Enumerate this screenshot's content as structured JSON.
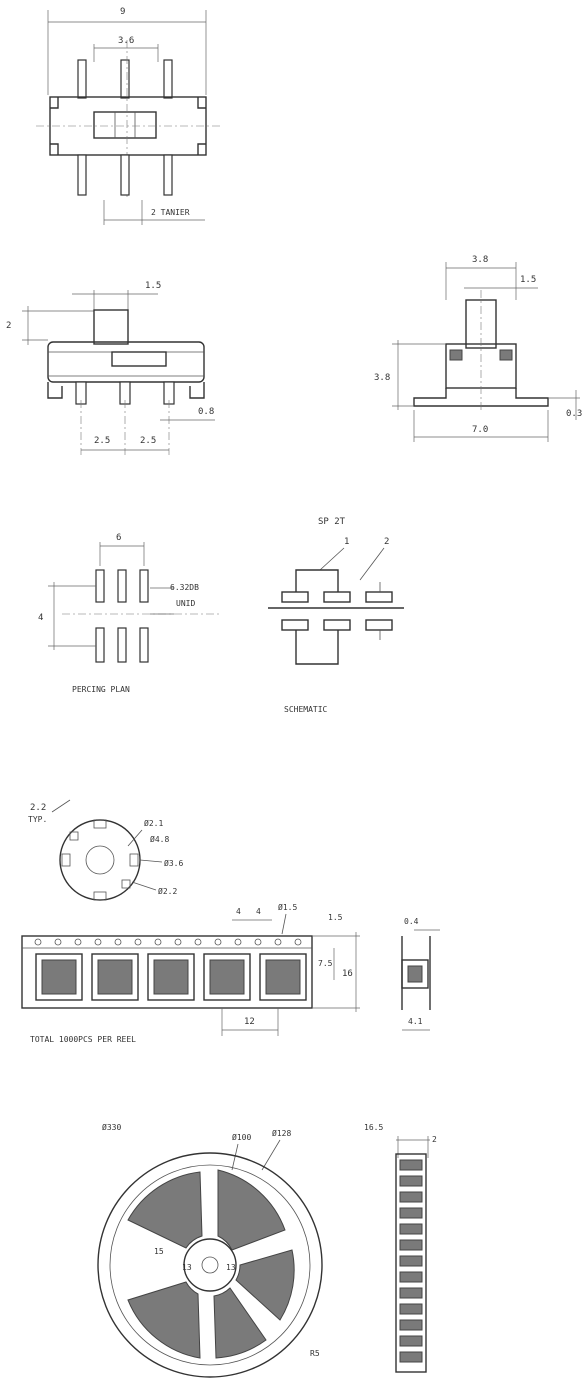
{
  "top_view": {
    "width": "9",
    "center": "3.6",
    "terminal": "2 TANIER"
  },
  "front_view": {
    "actuator": "1.5",
    "height": "2",
    "pitch_a": "2.5",
    "pitch_b": "2.5",
    "offset": "0.8"
  },
  "side_view": {
    "top": "3.8",
    "actuator": "1.5",
    "height": "3.8",
    "width": "7.0",
    "lead": "0.3"
  },
  "pcb_layout": {
    "pitch": "6",
    "grid": "6.32DB",
    "unit": "UNID",
    "height": "4",
    "caption": "PERCING PLAN"
  },
  "schematic": {
    "title": "SP 2T",
    "label1": "1",
    "label2": "2",
    "caption": "SCHEMATIC"
  },
  "tape": {
    "angle": "2.2",
    "typ": "TYP.",
    "d1": "Ø2.1",
    "d2": "Ø4.8",
    "d3": "Ø3.6",
    "d4": "Ø2.2",
    "p1": "4",
    "p2": "4",
    "hole": "Ø1.5",
    "dim_a": "1.5",
    "dim_b": "7.5",
    "width": "16",
    "pitch": "12",
    "t1": "0.4",
    "t2": "4.1",
    "caption": "TOTAL 1000PCS PER REEL"
  },
  "reel": {
    "outer": "Ø330",
    "hub_a": "Ø100",
    "hub_b": "Ø128",
    "width": "16.5",
    "thick": "2",
    "r1": "15",
    "r2": "13",
    "r3": "13",
    "bottom": "R5"
  }
}
